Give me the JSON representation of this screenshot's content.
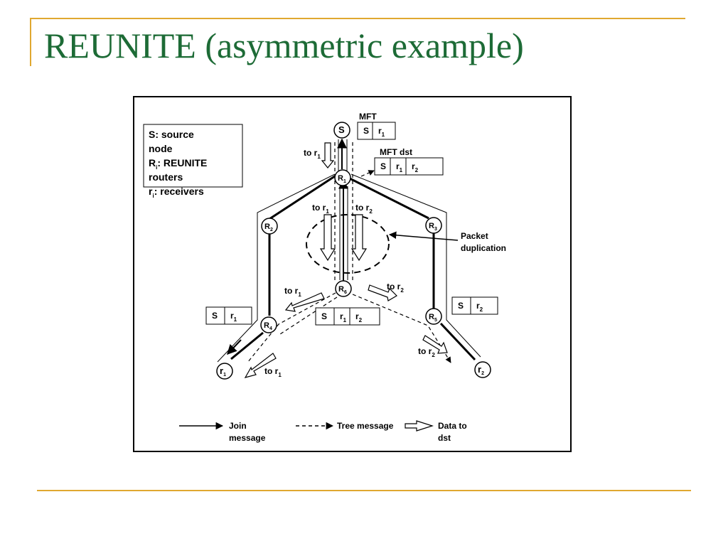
{
  "title": "REUNITE (asymmetric example)",
  "colors": {
    "accent": "#e0a830",
    "title": "#1d6b36",
    "ink": "#000000"
  },
  "legend_box": [
    {
      "text": "S: source"
    },
    {
      "text": "node"
    },
    {
      "text": "R",
      "sub": "i",
      "tail": ": REUNITE"
    },
    {
      "text": "routers"
    },
    {
      "text": "r",
      "sub": "i",
      "tail": ": receivers"
    }
  ],
  "nodes": {
    "S": {
      "label": "S",
      "sub": ""
    },
    "R1": {
      "label": "R",
      "sub": "1"
    },
    "R2": {
      "label": "R",
      "sub": "2"
    },
    "R3": {
      "label": "R",
      "sub": "3"
    },
    "R4": {
      "label": "R",
      "sub": "4"
    },
    "R5": {
      "label": "R",
      "sub": "5"
    },
    "R6": {
      "label": "R",
      "sub": "6"
    },
    "r1": {
      "label": "r",
      "sub": "1"
    },
    "r2": {
      "label": "r",
      "sub": "2"
    }
  },
  "labels": {
    "mft": "MFT",
    "mft_dst": "MFT dst",
    "packet_duplication_1": "Packet",
    "packet_duplication_2": "duplication"
  },
  "to_labels": {
    "top": {
      "text": "to r",
      "sub": "1"
    },
    "mid_r1": {
      "text": "to r",
      "sub": "1"
    },
    "mid_r2": {
      "text": "to r",
      "sub": "2"
    },
    "r6_left": {
      "text": "to r",
      "sub": "1"
    },
    "r6_right": {
      "text": "to r",
      "sub": "2"
    },
    "r5_down": {
      "text": "to r",
      "sub": "2"
    },
    "bottom_left": {
      "text": "to r",
      "sub": "1"
    }
  },
  "tables": {
    "mft_s": [
      {
        "text": "S",
        "sub": ""
      },
      {
        "text": "r",
        "sub": "1"
      }
    ],
    "mft_dst": [
      {
        "text": "S",
        "sub": ""
      },
      {
        "text": "r",
        "sub": "1"
      },
      {
        "text": "r",
        "sub": "2"
      }
    ],
    "r4_table": [
      {
        "text": "S",
        "sub": ""
      },
      {
        "text": "r",
        "sub": "1"
      }
    ],
    "r6_table": [
      {
        "text": "S",
        "sub": ""
      },
      {
        "text": "r",
        "sub": "1"
      },
      {
        "text": "r",
        "sub": "2"
      }
    ],
    "r5_table": [
      {
        "text": "S",
        "sub": ""
      },
      {
        "text": "r",
        "sub": "2"
      }
    ]
  },
  "legend": {
    "join_1": "Join",
    "join_2": "message",
    "tree": "Tree message",
    "data_1": "Data to",
    "data_2": "dst"
  }
}
